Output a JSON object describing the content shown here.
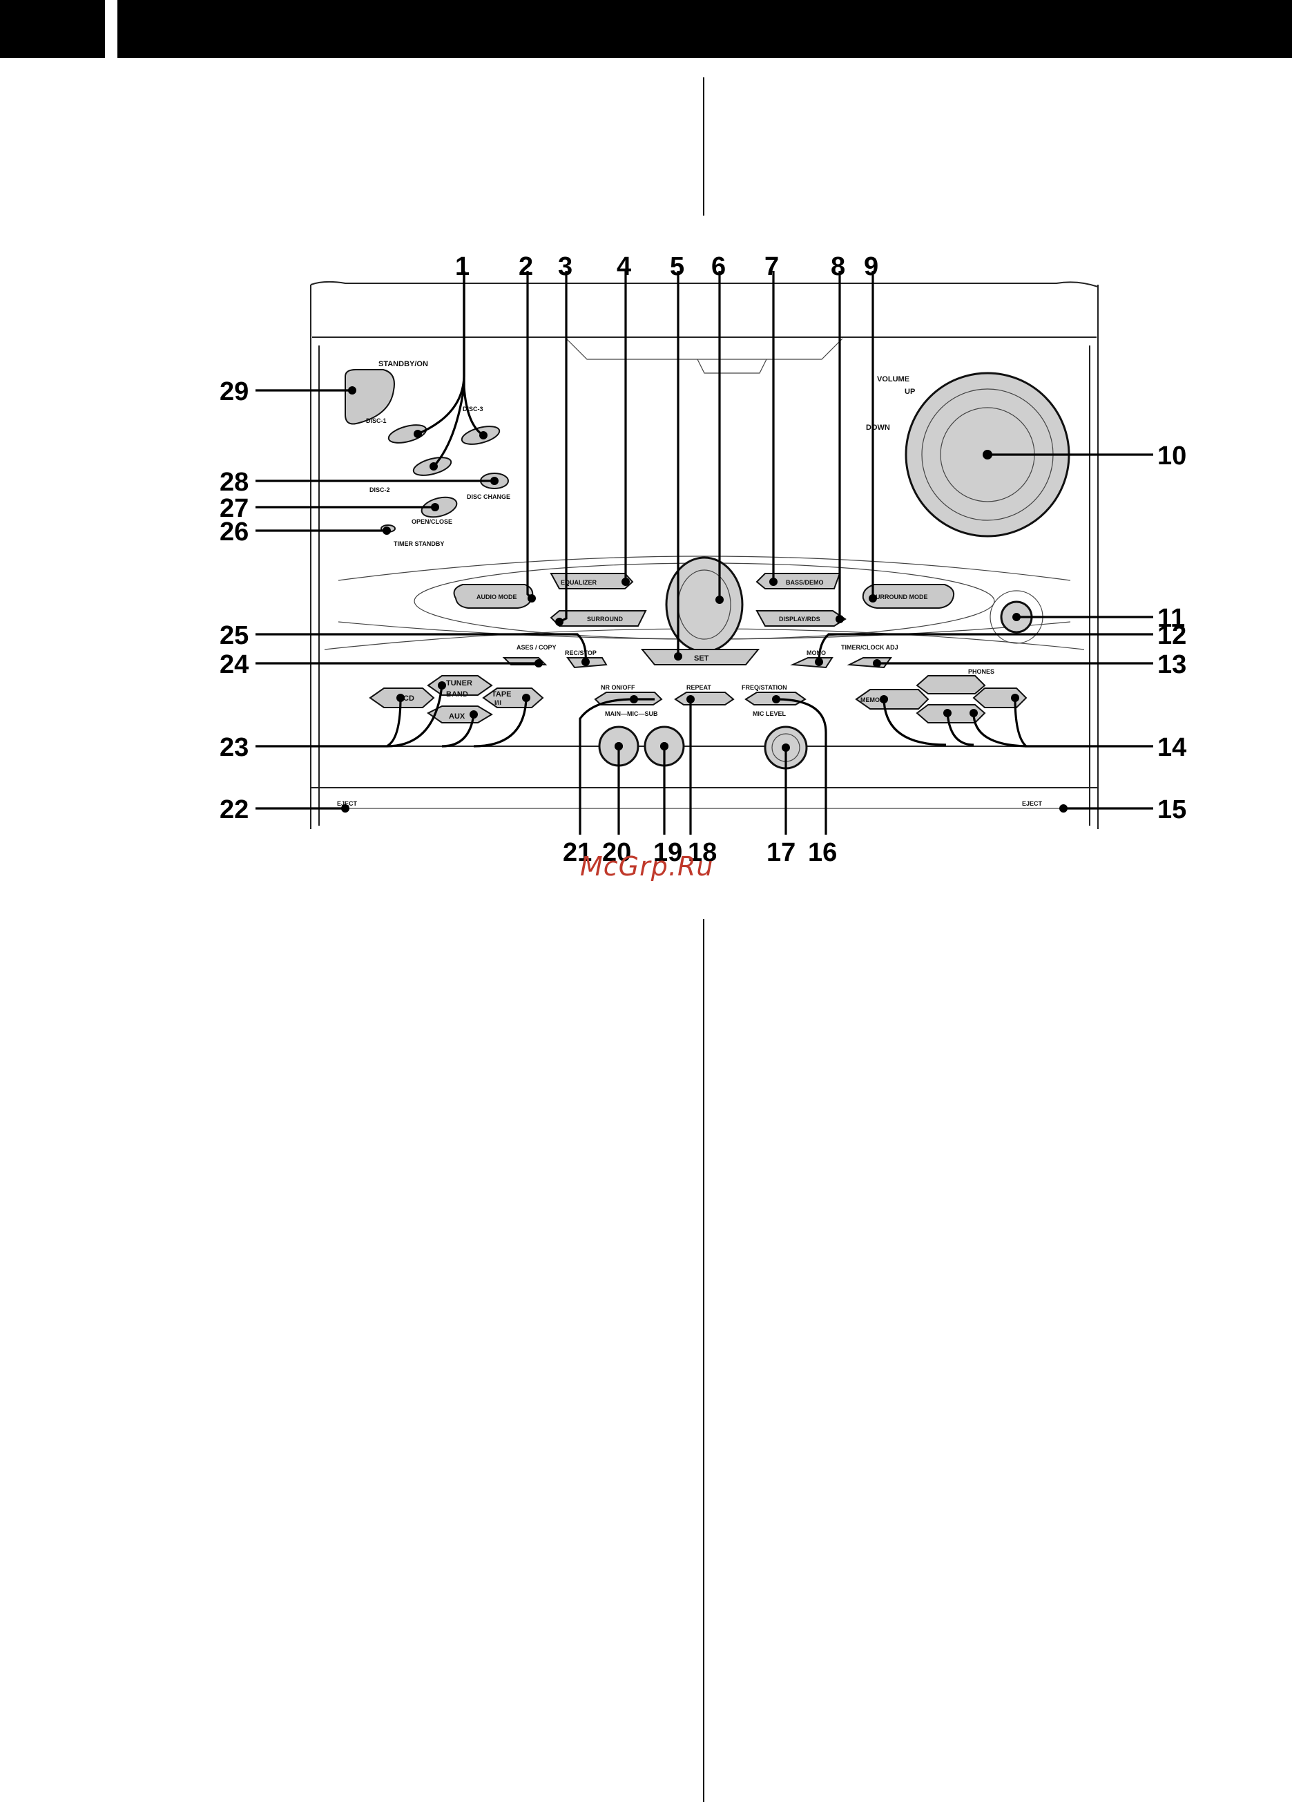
{
  "watermark": "McGrp.Ru",
  "callouts": {
    "top": [
      "1",
      "2",
      "3",
      "4",
      "5",
      "6",
      "7",
      "8",
      "9"
    ],
    "right": [
      "10",
      "11",
      "12",
      "13",
      "14",
      "15"
    ],
    "bottom": [
      "21",
      "20",
      "19",
      "18",
      "17",
      "16"
    ],
    "left": [
      "29",
      "28",
      "27",
      "26",
      "25",
      "24",
      "23",
      "22"
    ]
  },
  "labels": {
    "standby_on": "STANDBY/ON",
    "disc1": "DISC-1",
    "disc2": "DISC-2",
    "disc3": "DISC-3",
    "disc_change": "DISC CHANGE",
    "open_close": "OPEN/CLOSE",
    "timer_standby": "TIMER STANDBY",
    "volume": "VOLUME",
    "volume_up": "UP",
    "volume_down": "DOWN",
    "audio_mode": "AUDIO MODE",
    "equalizer": "EQUALIZER",
    "surround": "SURROUND",
    "bass_demo": "BASS/DEMO",
    "surround_mode": "SURROUND MODE",
    "display_rds": "DISPLAY/RDS",
    "set": "SET",
    "phones": "PHONES",
    "erase_copy": "ASES / COPY",
    "rec_stop": "REC/STOP",
    "mono": "MONO",
    "timer_clock_adj": "TIMER/CLOCK ADJ",
    "cd": "CD",
    "tuner_band": "TUNER",
    "band": "BAND",
    "aux": "AUX",
    "tape": "TAPE",
    "tape_sub": "I/II",
    "nr_on_off": "NR ON/OFF",
    "repeat": "REPEAT",
    "freq_station": "FREQ/STATION",
    "main_mic_sub": "MAIN—MIC—SUB",
    "mic_level": "MIC LEVEL",
    "stop_memory": "MEMORY",
    "eject_left": "EJECT",
    "eject_right": "EJECT"
  }
}
